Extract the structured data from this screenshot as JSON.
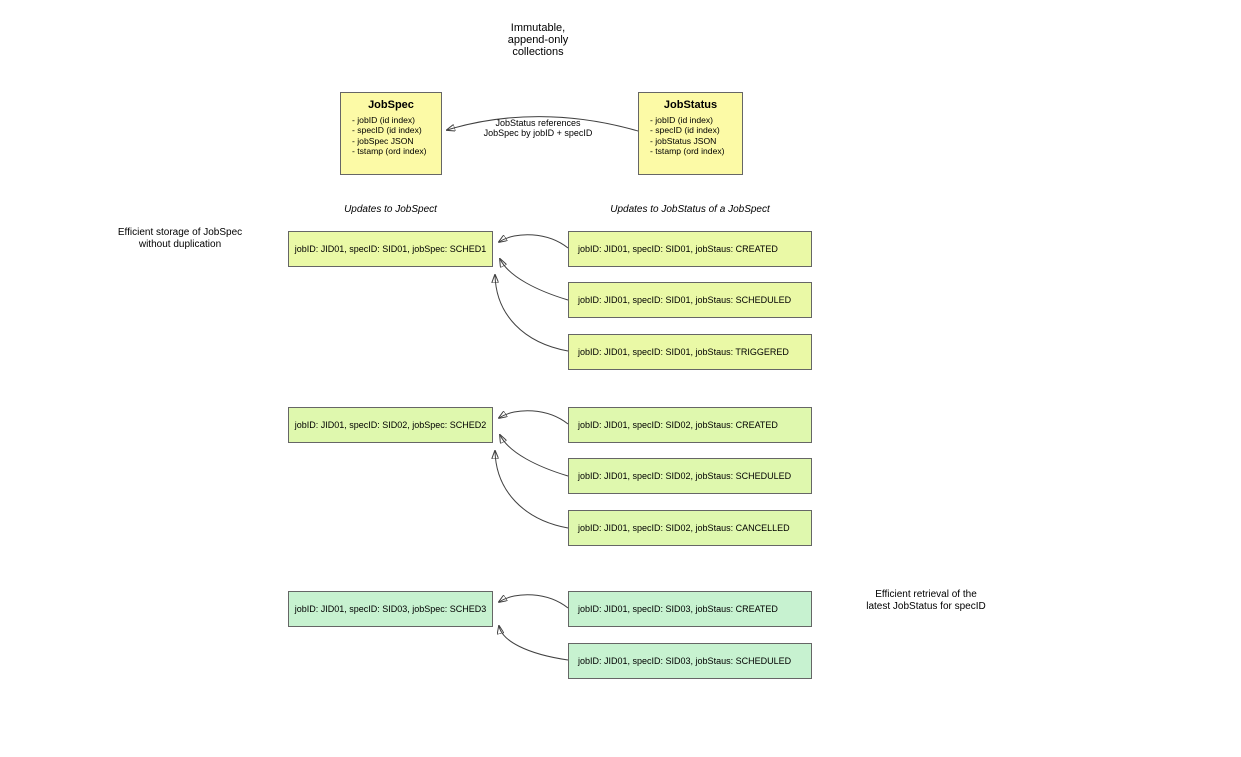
{
  "top_note": {
    "line1": "Immutable,",
    "line2": "append-only",
    "line3": "collections"
  },
  "entities": [
    {
      "title": "JobSpec",
      "fields": [
        "- jobID (id index)",
        "- specID (id index)",
        "- jobSpec JSON",
        "- tstamp (ord index)"
      ]
    },
    {
      "title": "JobStatus",
      "fields": [
        "- jobID (id index)",
        "- specID (id index)",
        "- jobStatus JSON",
        "- tstamp (ord index)"
      ]
    }
  ],
  "reference_label": {
    "line1": "JobStatus references",
    "line2": "JobSpec by jobID + specID"
  },
  "headings": {
    "left": "Updates to JobSpect",
    "right": "Updates to JobStatus of a JobSpect"
  },
  "side_notes": {
    "left_line1": "Efficient storage of JobSpec",
    "left_line2": "without duplication",
    "right_line1": "Efficient retrieval of the",
    "right_line2": "latest JobStatus for specID"
  },
  "groups": [
    {
      "color": "#EAF9A6",
      "spec": "jobID: JID01, specID: SID01, jobSpec: SCHED1",
      "statuses": [
        "jobID: JID01, specID: SID01, jobStaus: CREATED",
        "jobID: JID01, specID: SID01, jobStaus: SCHEDULED",
        "jobID: JID01, specID: SID01, jobStaus: TRIGGERED"
      ]
    },
    {
      "color": "#DFF8AE",
      "spec": "jobID: JID01, specID: SID02, jobSpec: SCHED2",
      "statuses": [
        "jobID: JID01, specID: SID02, jobStaus: CREATED",
        "jobID: JID01, specID: SID02, jobStaus: SCHEDULED",
        "jobID: JID01, specID: SID02, jobStaus: CANCELLED"
      ]
    },
    {
      "color": "#C7F2D0",
      "spec": "jobID: JID01, specID: SID03, jobSpec: SCHED3",
      "statuses": [
        "jobID: JID01, specID: SID03, jobStaus: CREATED",
        "jobID: JID01, specID: SID03, jobStaus: SCHEDULED"
      ]
    }
  ],
  "colors": {
    "entity_fill": "#FCFAA6",
    "box_border": "#666666",
    "edge": "#404040",
    "background": "#FFFFFF"
  }
}
